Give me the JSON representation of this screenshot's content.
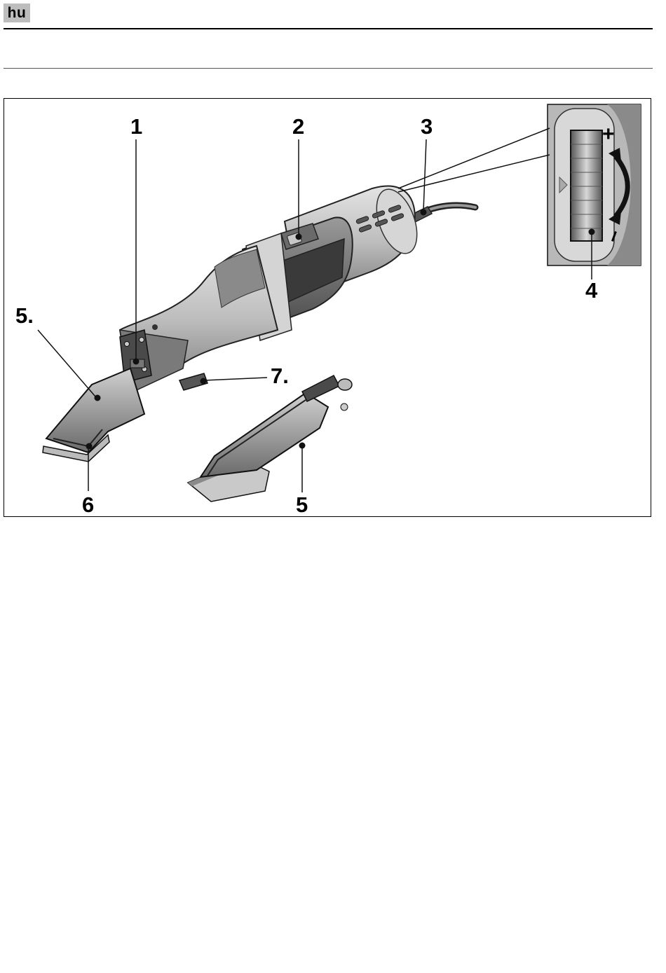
{
  "header": {
    "language_code": "hu"
  },
  "figure": {
    "callouts": [
      {
        "id": "c1",
        "text": "1"
      },
      {
        "id": "c2",
        "text": "2"
      },
      {
        "id": "c3",
        "text": "3"
      },
      {
        "id": "c4",
        "text": "4"
      },
      {
        "id": "c5a",
        "text": "5."
      },
      {
        "id": "c7",
        "text": "7."
      },
      {
        "id": "c6",
        "text": "6"
      },
      {
        "id": "c5b",
        "text": "5"
      }
    ],
    "dial_signs": {
      "plus": "+",
      "minus": "–"
    }
  }
}
